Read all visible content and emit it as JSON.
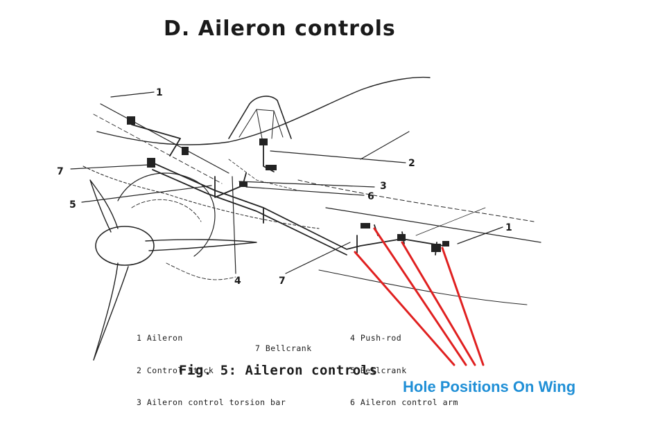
{
  "title": "D. Aileron controls",
  "callouts": {
    "n1": "1",
    "n2": "2",
    "n3": "3",
    "n4": "4",
    "n5": "5",
    "n6": "6",
    "n7": "7"
  },
  "legend": {
    "left": [
      "1 Aileron",
      "2 Control stick",
      "3 Aileron control torsion bar"
    ],
    "left_last": "7 Bellcrank",
    "right": [
      "4 Push-rod",
      "5 Bellcrank",
      "6 Aileron control arm"
    ]
  },
  "caption": "Fig. 5: Aileron controls",
  "annotation": {
    "text": "Hole Positions On Wing",
    "color": "#1f8fd6",
    "line_color": "#e02020"
  }
}
